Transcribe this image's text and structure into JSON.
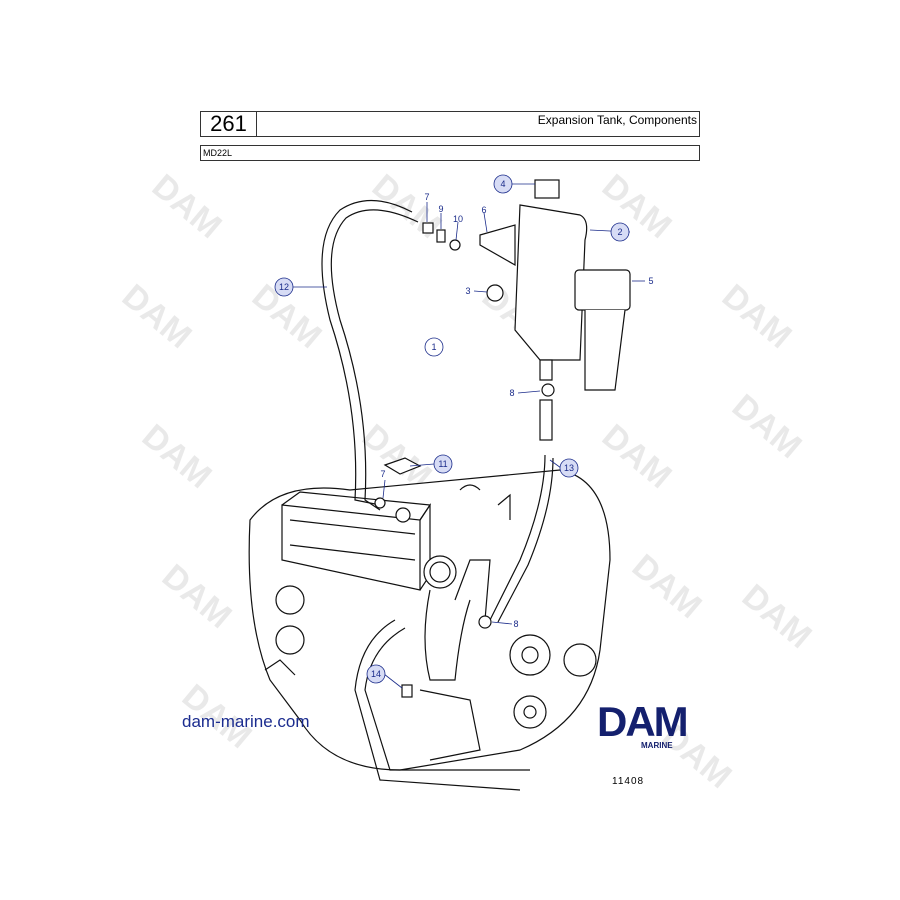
{
  "header": {
    "page_number": "261",
    "title": "Expansion Tank, Components"
  },
  "model": "MD22L",
  "callouts": [
    {
      "label": "1",
      "circled": true
    },
    {
      "label": "2",
      "circled": true
    },
    {
      "label": "3",
      "circled": false
    },
    {
      "label": "4",
      "circled": true
    },
    {
      "label": "5",
      "circled": false
    },
    {
      "label": "6",
      "circled": false
    },
    {
      "label": "7",
      "circled": false
    },
    {
      "label": "7",
      "circled": false
    },
    {
      "label": "8",
      "circled": false
    },
    {
      "label": "8",
      "circled": false
    },
    {
      "label": "9",
      "circled": false
    },
    {
      "label": "10",
      "circled": false
    },
    {
      "label": "11",
      "circled": true
    },
    {
      "label": "12",
      "circled": true
    },
    {
      "label": "13",
      "circled": true
    },
    {
      "label": "14",
      "circled": true
    }
  ],
  "watermark_text": "DAM",
  "footer": {
    "website": "dam-marine.com",
    "logo_text": "DAM",
    "logo_sub": "MARINE",
    "figure_id": "11408"
  },
  "colors": {
    "callout": "#1a2b8a",
    "logo": "#14206e",
    "watermark": "#d8d8d8"
  }
}
